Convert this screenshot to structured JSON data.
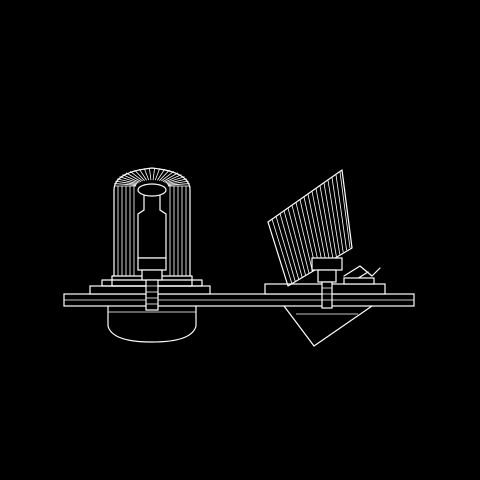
{
  "drawing": {
    "background": "#000000",
    "line_color": "#ffffff",
    "components": [
      "mounting-plate",
      "fixed-downlight",
      "heatsink-fins",
      "fixing-screw",
      "diffuser-lens",
      "tilted-downlight",
      "spring-clip"
    ]
  }
}
